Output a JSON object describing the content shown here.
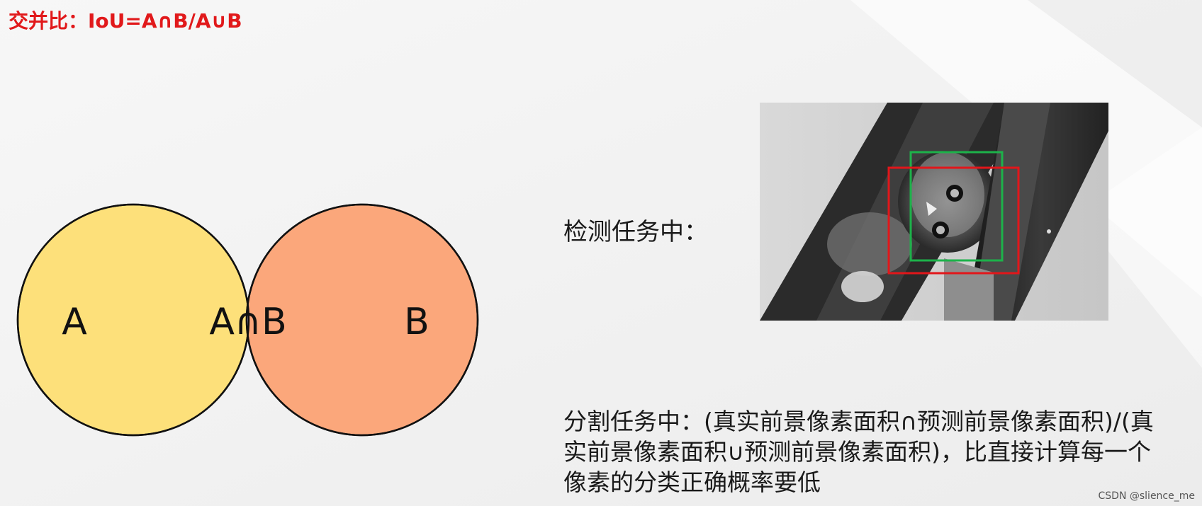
{
  "slide": {
    "title": "交并比：IoU=A∩B/A∪B",
    "venn": {
      "label_a": "A",
      "label_intersection": "A∩B",
      "label_b": "B",
      "color_a": "#fde07a",
      "color_b": "#fba77b",
      "color_intersection": "#a3a6e8"
    },
    "detection": {
      "label": "检测任务中：",
      "box_colors": {
        "ground_truth": "#1db24a",
        "prediction": "#e2161a"
      }
    },
    "segmentation": {
      "lines": [
        "分割任务中：(真实前景像素面积∩预测前景像素面积)/(真",
        "实前景像素面积∪预测前景像素面积)，比直接计算每一个",
        "像素的分类正确概率要低"
      ]
    },
    "watermark": "CSDN @slience_me"
  }
}
